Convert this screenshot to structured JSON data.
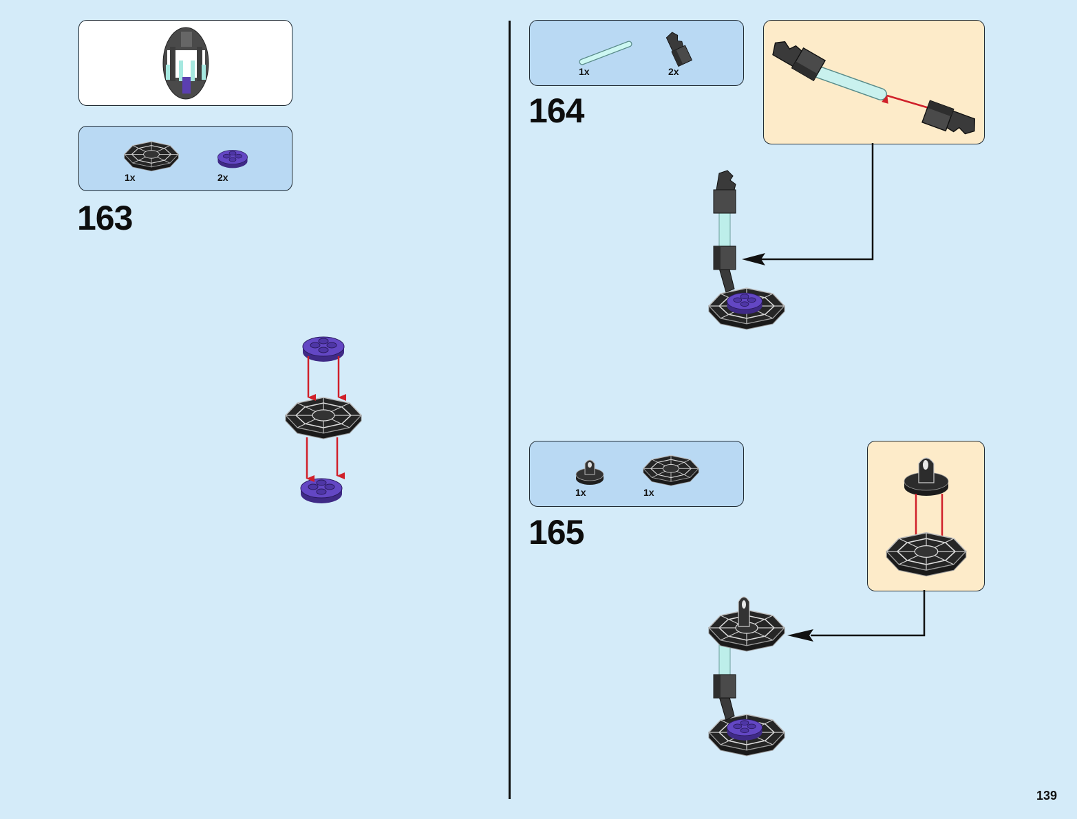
{
  "page": {
    "number": "139",
    "colors": {
      "background": "#d4ebf9",
      "parts_box": "#b9d9f3",
      "callout": "#fdebc9",
      "arrow_red": "#d0202a",
      "black_part": "#2b2b2b",
      "purple_part": "#5b3fb0",
      "trans_light_blue": "#bff0ec"
    }
  },
  "left_page": {
    "preview": {
      "icon": "assembled-cage-model-icon"
    },
    "step_163": {
      "number": "163",
      "parts": [
        {
          "icon": "black-octagonal-web-plate-icon",
          "qty": "1x"
        },
        {
          "icon": "purple-round-plate-2x2-icon",
          "qty": "2x"
        }
      ],
      "assembly": {
        "icon": "purple-plates-attached-to-web-plate-icon",
        "arrows": 4
      }
    }
  },
  "right_page": {
    "step_164": {
      "number": "164",
      "parts": [
        {
          "icon": "trans-light-blue-bar-icon",
          "qty": "1x"
        },
        {
          "icon": "black-clip-bracket-icon",
          "qty": "2x"
        }
      ],
      "callout": {
        "icon": "bar-with-clip-brackets-icon",
        "arrows": 1
      },
      "assembly": {
        "icon": "bar-column-on-base-icon"
      }
    },
    "step_165": {
      "number": "165",
      "parts": [
        {
          "icon": "black-round-plate-with-clip-icon",
          "qty": "1x"
        },
        {
          "icon": "black-octagonal-web-plate-icon",
          "qty": "1x"
        }
      ],
      "callout": {
        "icon": "clip-plate-onto-web-plate-icon",
        "arrows": 2
      },
      "assembly": {
        "icon": "web-plate-top-on-column-icon"
      }
    }
  }
}
